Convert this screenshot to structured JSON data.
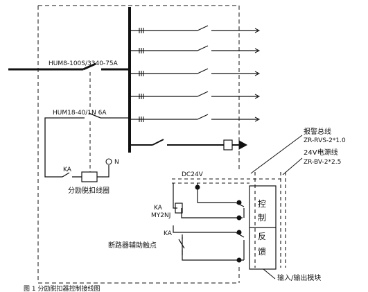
{
  "labels": {
    "main_breaker": "HUM8-100S/3340-75A",
    "branch_breaker": "HUM18-40/1N 6A",
    "relay_ka": "KA",
    "neutral": "N",
    "shunt_coil": "分励脱扣线圈",
    "dc24v": "DC24V",
    "relay_ka2": "KA",
    "relay_model": "MY2NJ",
    "aux_ka": "KA",
    "aux_contact": "断路器辅助触点",
    "alarm_bus": "报警总线",
    "alarm_bus_cable": "ZR-RVS-2*1.0",
    "power_line": "24V电源线",
    "power_line_cable": "ZR-BV-2*2.5",
    "control_1": "控",
    "control_2": "制",
    "feedback_1": "反",
    "feedback_2": "馈",
    "io_module": "输入/输出模块",
    "footer": "图 1 分励脱扣器控制接线图"
  }
}
